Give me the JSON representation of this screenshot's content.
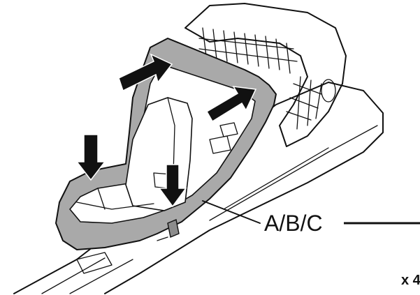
{
  "diagram": {
    "callout_label": "A/B/C",
    "quantity_label": "x 4",
    "colors": {
      "ink": "#111111",
      "part_fill": "#a9a9a9",
      "part_dark": "#8c8c8c",
      "paper": "#ffffff"
    },
    "icons": [
      "push-down-arrow",
      "push-in-arrow",
      "clip-part",
      "rail"
    ]
  }
}
